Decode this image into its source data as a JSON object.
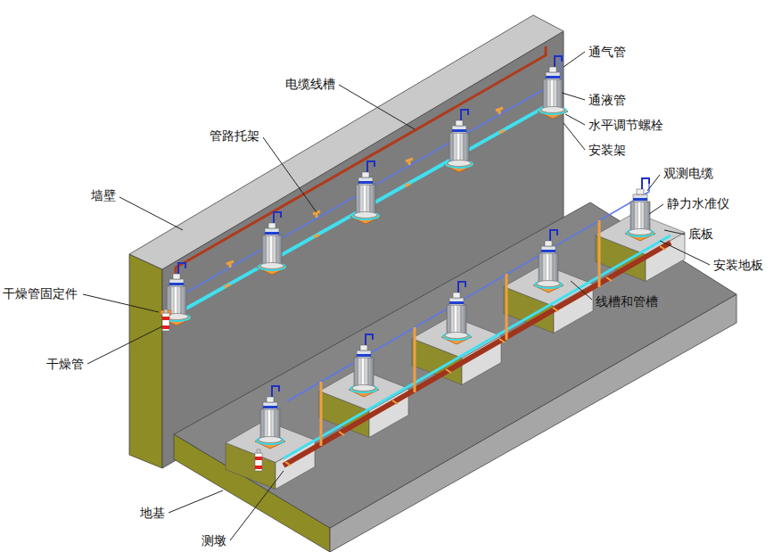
{
  "diagram": {
    "labels": [
      "通气管",
      "电缆线槽",
      "通液管",
      "水平调节螺栓",
      "管路托架",
      "安装架",
      "观测电缆",
      "墙壁",
      "静力水准仪",
      "底板",
      "安装地板",
      "干燥管固定件",
      "线槽和管槽",
      "干燥管",
      "地基",
      "测墩"
    ]
  }
}
